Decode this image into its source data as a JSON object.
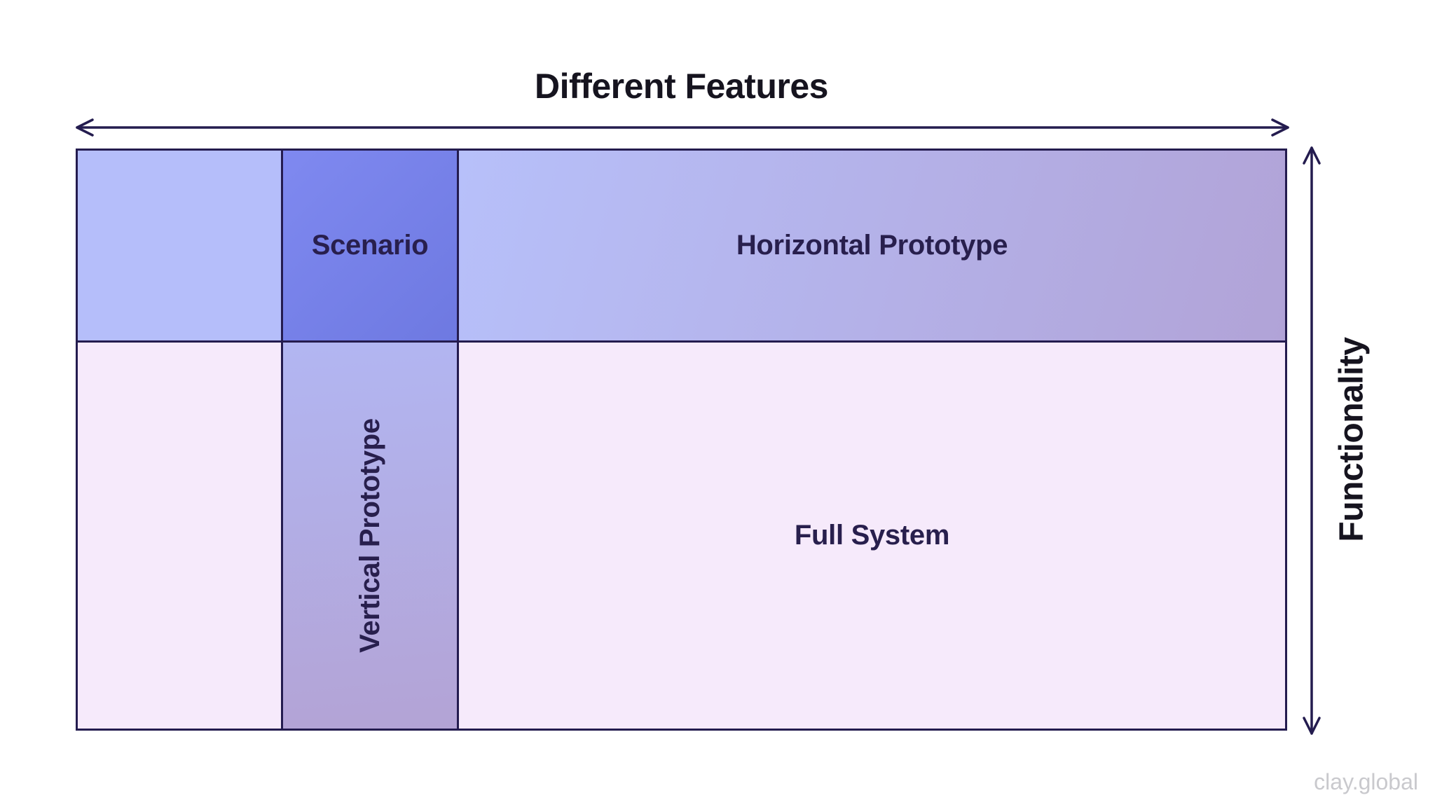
{
  "diagram": {
    "x_axis_label": "Different Features",
    "y_axis_label": "Functionality",
    "cells": {
      "scenario": "Scenario",
      "horizontal_prototype": "Horizontal Prototype",
      "vertical_prototype": "Vertical Prototype",
      "full_system": "Full System"
    },
    "watermark": "clay.global",
    "colors": {
      "line": "#241c4f",
      "axis_text": "#16141f",
      "cell_text": "#281f4d",
      "cell_blank_top": "#b5befa",
      "cell_scenario_from": "#7f89f0",
      "cell_scenario_to": "#6e79e1",
      "cell_horizontal_from": "#b7c0fa",
      "cell_horizontal_to": "#b1a3d7",
      "cell_vertical_from": "#b2b6f2",
      "cell_vertical_to": "#b3a3d5",
      "cell_light": "#f6eafb",
      "watermark_color": "#c9c9cd"
    }
  }
}
